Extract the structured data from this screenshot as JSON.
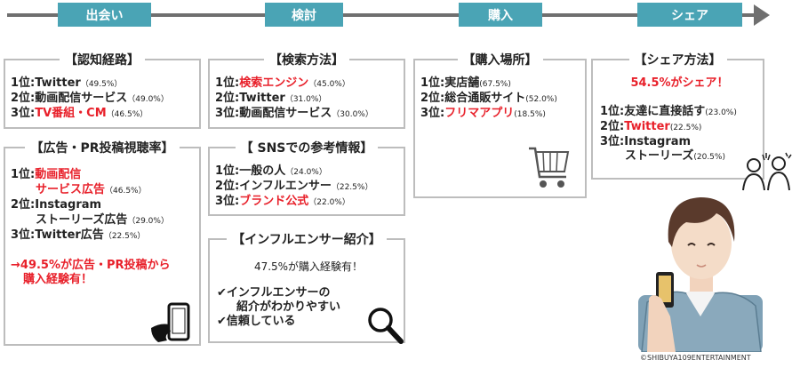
{
  "stages": [
    "出会い",
    "検討",
    "購入",
    "シェア"
  ],
  "box1": {
    "title": "【認知経路】",
    "l1_label": "1位:Twitter",
    "l1_pct": "（49.5%）",
    "l2_label": "2位:動画配信サービス",
    "l2_pct": "（49.0%）",
    "l3_prefix": "3位:",
    "l3_red": "TV番組・CM",
    "l3_pct": "（46.5%）"
  },
  "box2": {
    "title": "【広告・PR投稿視聴率】",
    "l1_prefix": "1位:",
    "l1_red_a": "動画配信",
    "l1_red_b": "サービス広告",
    "l1_pct": "（46.5%）",
    "l2_label": "2位:Instagram",
    "l2_cont": "ストーリーズ広告",
    "l2_pct": "（29.0%）",
    "l3_label": "3位:Twitter広告",
    "l3_pct": "（22.5%）",
    "note_a": "→49.5%が広告・PR投稿から",
    "note_b": "購入経験有！"
  },
  "box3": {
    "title": "【検索方法】",
    "l1_prefix": "1位:",
    "l1_red": "検索エンジン",
    "l1_pct": "（45.0%）",
    "l2_label": "2位:Twitter",
    "l2_pct": "（31.0%）",
    "l3_label": "3位:動画配信サービス",
    "l3_pct": "（30.0%）"
  },
  "box4": {
    "title": "【 SNSでの参考情報】",
    "l1_label": "1位:一般の人",
    "l1_pct": "（24.0%）",
    "l2_label": "2位:インフルエンサー",
    "l2_pct": "（22.5%）",
    "l3_prefix": "3位:",
    "l3_red": "ブランド公式",
    "l3_pct": "（22.0%）"
  },
  "box5": {
    "title": "【インフルエンサー紹介】",
    "stat": "47.5%が購入経験有！",
    "c1": "✔インフルエンサーの",
    "c1_cont": "紹介がわかりやすい",
    "c2": "✔信頼している"
  },
  "box6": {
    "title": "【購入場所】",
    "l1_label": "1位:実店舗",
    "l1_pct": "(67.5%)",
    "l2_label": "2位:総合通販サイト",
    "l2_pct": "(52.0%)",
    "l3_prefix": "3位:",
    "l3_red": "フリマアプリ",
    "l3_pct": "(18.5%)"
  },
  "box7": {
    "title": "【シェア方法】",
    "headline": "54.5%がシェア！",
    "l1_label": "1位:友達に直接話す",
    "l1_pct": "(23.0%)",
    "l2_prefix": "2位:",
    "l2_red": "Twitter",
    "l2_pct": "(22.5%)",
    "l3_label": "3位:Instagram",
    "l3_cont": "ストーリーズ",
    "l3_pct": "(20.5%)"
  },
  "credit": "©SHIBUYA109ENTERTAINMENT",
  "icons": [
    "smartphone-hand-icon",
    "magnifier-icon",
    "shopping-cart-icon",
    "chatting-people-icon",
    "person-with-phone-illustration"
  ],
  "colors": {
    "stage": "#4aa4b5",
    "accent_red": "#e8202a",
    "border": "#bdbdbd",
    "arrow": "#6f6f6f"
  }
}
